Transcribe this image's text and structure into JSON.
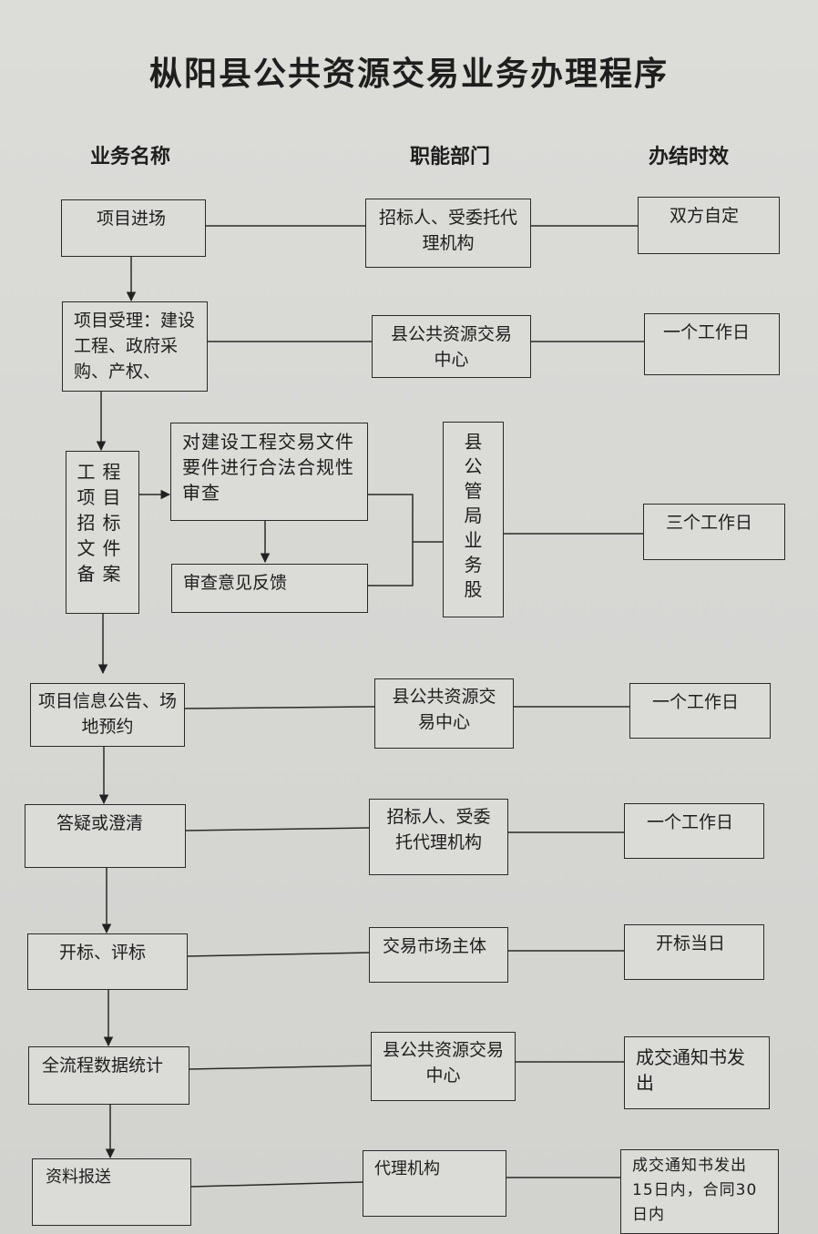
{
  "title": "枞阳县公共资源交易业务办理程序",
  "headers": {
    "business": "业务名称",
    "department": "职能部门",
    "timelimit": "办结时效"
  },
  "rows": [
    {
      "name": "项目进场",
      "dept": "招标人、受委托代理机构",
      "time": "双方自定"
    },
    {
      "name": "项目受理：建设工程、政府采购、产权、",
      "dept": "县公共资源交易中心",
      "time": "一个工作日"
    },
    {
      "name": "项目信息公告、场地预约",
      "dept": "县公共资源交易中心",
      "time": "一个工作日"
    },
    {
      "name": "答疑或澄清",
      "dept": "招标人、受委托代理机构",
      "time": "一个工作日"
    },
    {
      "name": "开标、评标",
      "dept": "交易市场主体",
      "time": "开标当日"
    },
    {
      "name": "全流程数据统计",
      "dept": "县公共资源交易中心",
      "time": "成交通知书发出"
    },
    {
      "name": "资料报送",
      "dept": "代理机构",
      "time": "成交通知书发出15日内，合同30日内"
    }
  ],
  "filing": {
    "name": "工程项目招标文件备案",
    "review": "对建设工程交易文件要件进行合法合规性审查",
    "feedback": "审查意见反馈",
    "dept": "县公管局业务股",
    "time": "三个工作日"
  }
}
